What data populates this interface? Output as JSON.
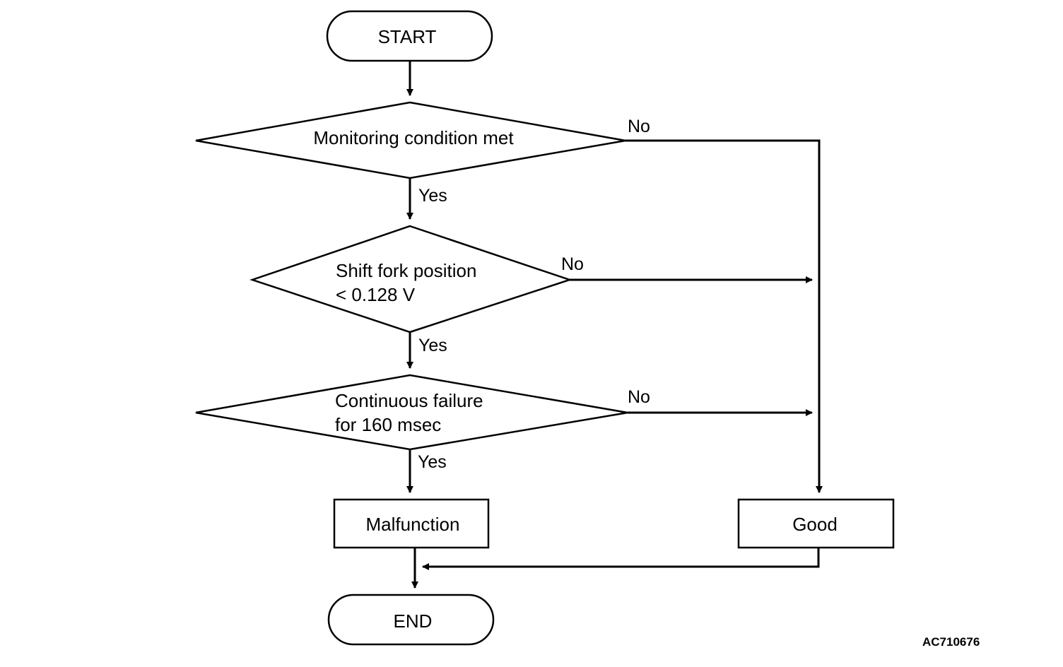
{
  "nodes": {
    "start": "START",
    "decision_1": "Monitoring condition met",
    "decision_2": [
      "Shift fork position",
      "< 0.128 V"
    ],
    "decision_3": [
      "Continuous failure",
      "for 160 msec"
    ],
    "malfunction": "Malfunction",
    "good": "Good",
    "end": "END"
  },
  "branches": {
    "d1_yes": "Yes",
    "d1_no": "No",
    "d2_yes": "Yes",
    "d2_no": "No",
    "d3_yes": "Yes",
    "d3_no": "No"
  },
  "reference_code": "AC710676"
}
